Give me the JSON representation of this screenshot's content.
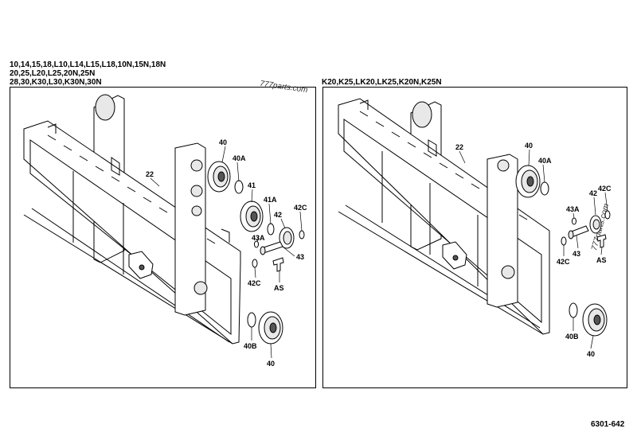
{
  "header": {
    "left_models": [
      "10,14,15,18,L10,L14,L15,L18,10N,15N,18N",
      "20,25,L20,L25,20N,25N",
      "28,30,K30,L30,K30N,30N"
    ],
    "right_models": "K20,K25,LK20,LK25,K20N,K25N"
  },
  "watermark": "777parts.com",
  "doc_id": "6301-642",
  "left_labels": {
    "l22": "22",
    "l40a": "40",
    "l40A": "40A",
    "l41": "41",
    "l41A": "41A",
    "l42": "42",
    "l42C": "42C",
    "l43A": "43A",
    "l43": "43",
    "l42C2": "42C",
    "lAS": "AS",
    "l40B": "40B",
    "l40b": "40"
  },
  "right_labels": {
    "r22": "22",
    "r40a": "40",
    "r40A": "40A",
    "r42": "42",
    "r42C": "42C",
    "r43A": "43A",
    "r43": "43",
    "r42C2": "42C",
    "rAS": "AS",
    "r40B": "40B",
    "r40b": "40"
  }
}
